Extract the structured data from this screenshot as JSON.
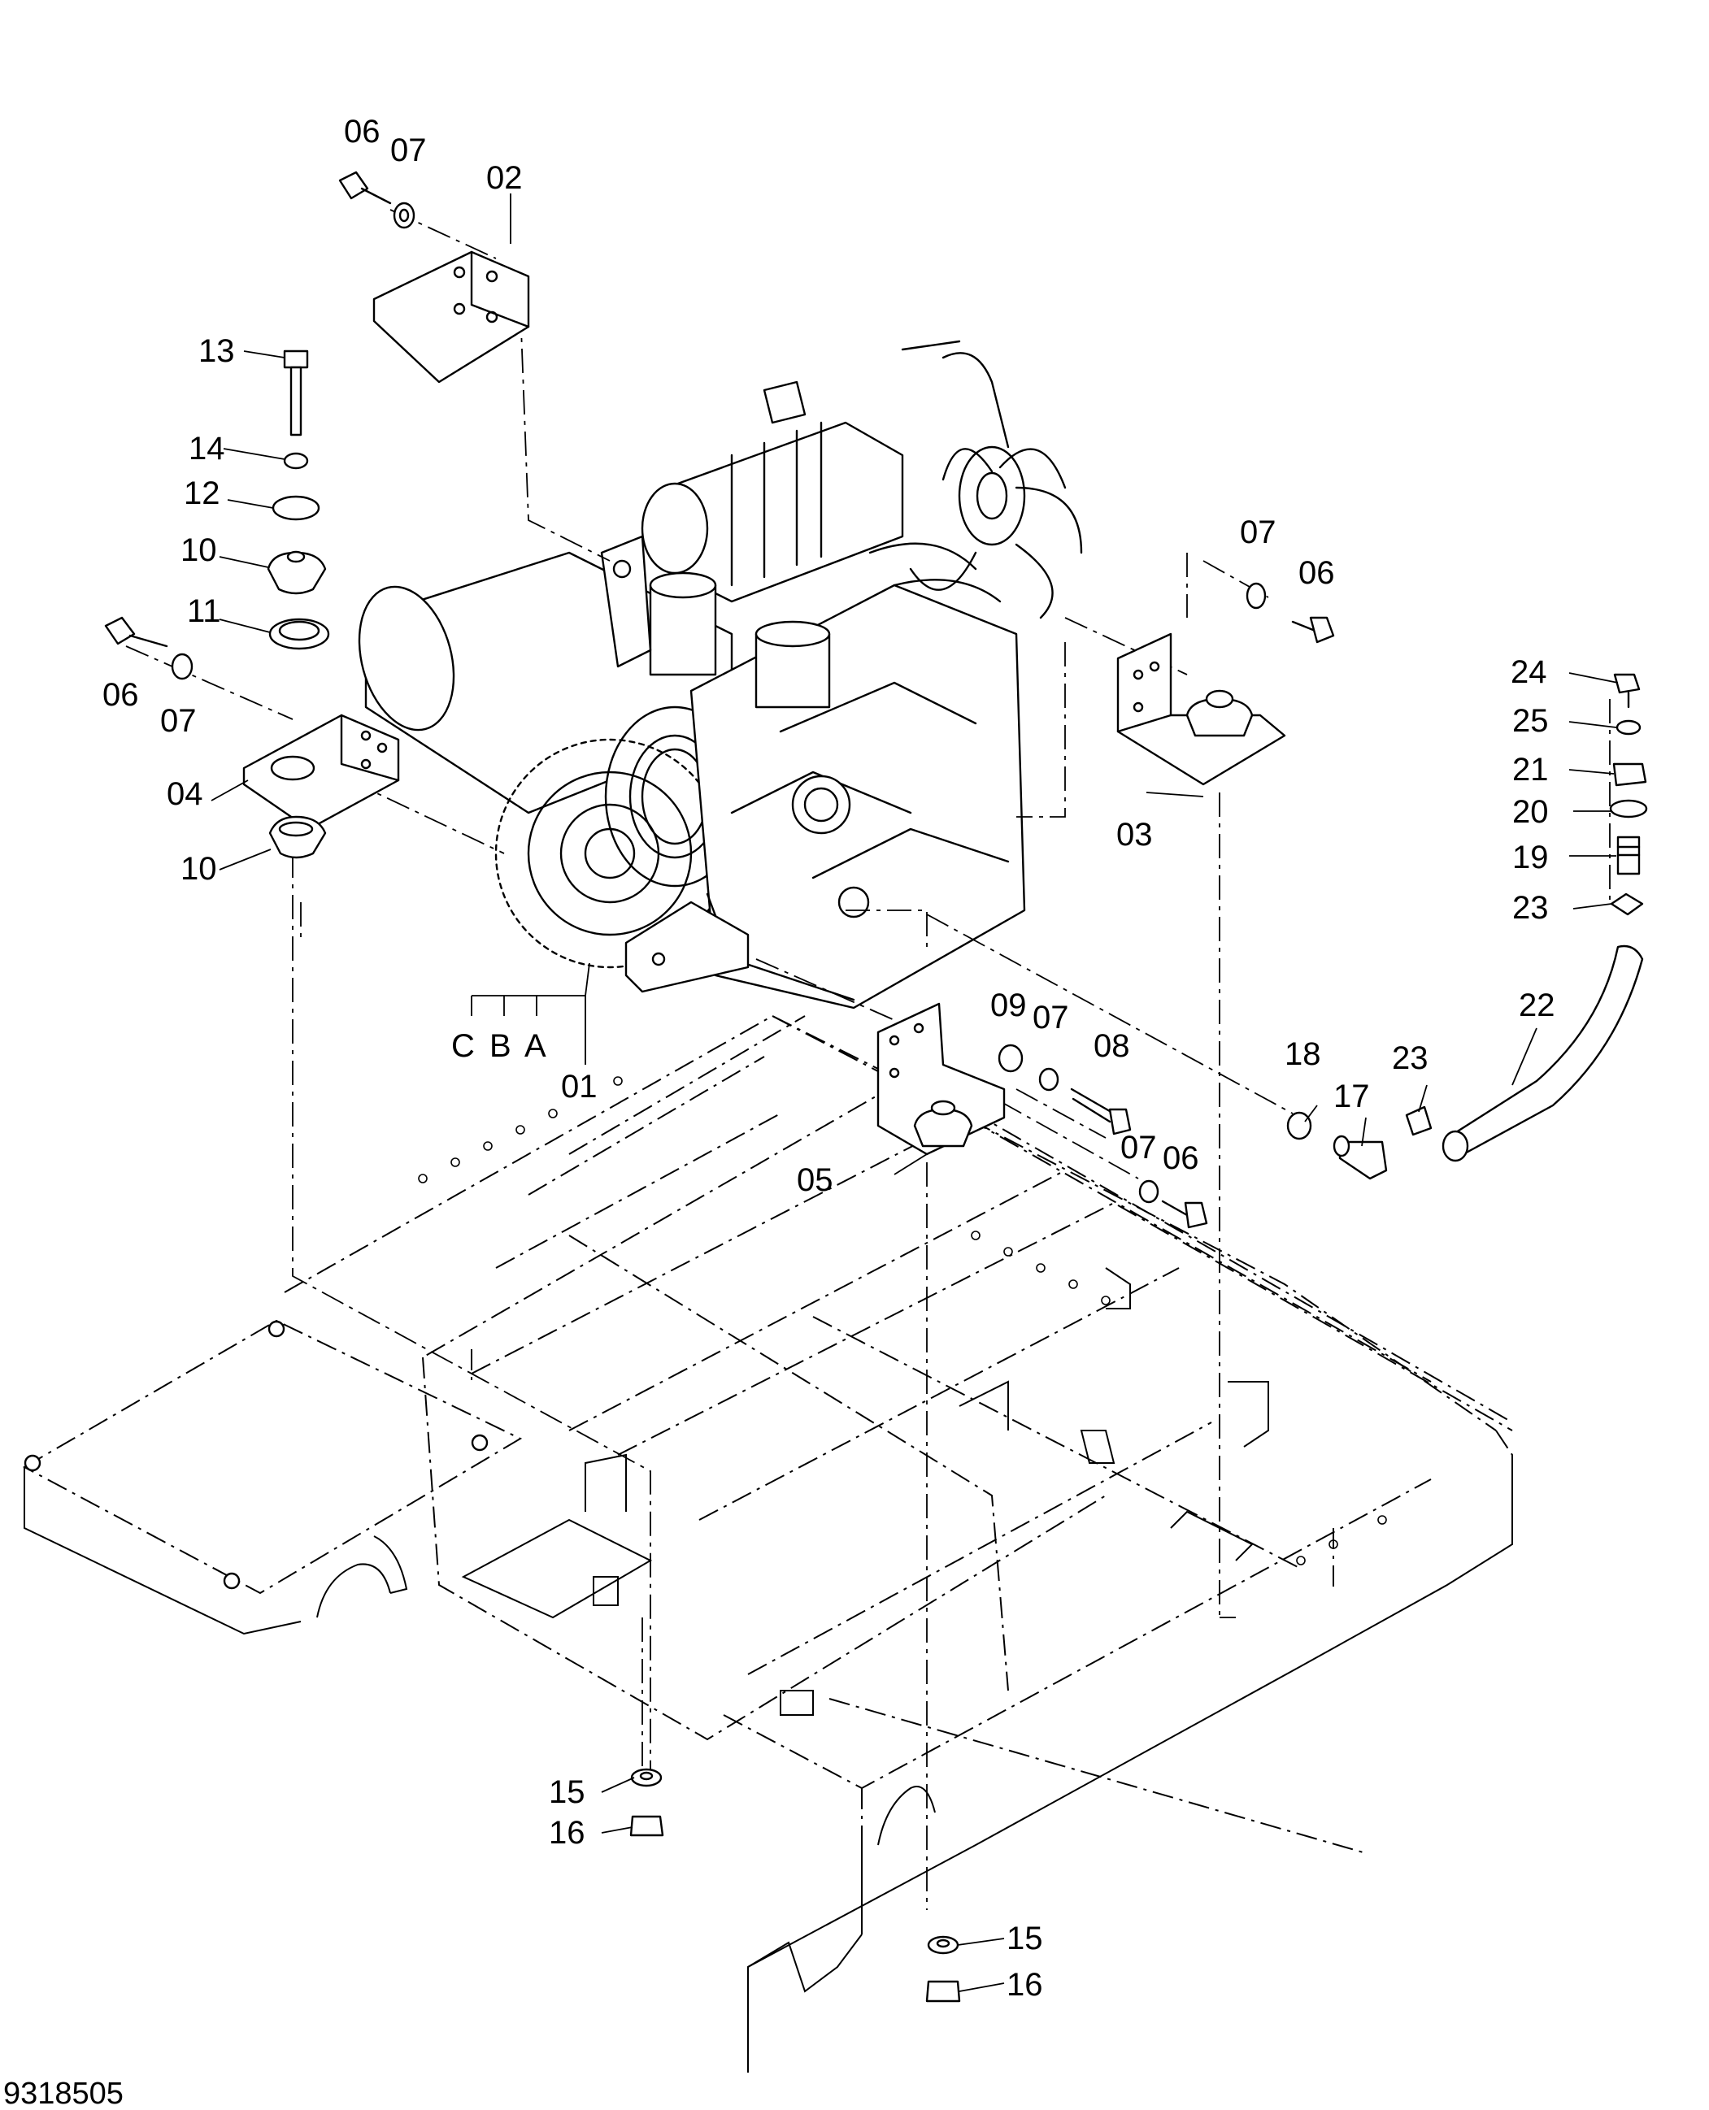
{
  "figure_number": "9318505",
  "callouts": [
    {
      "id": "c-06-a",
      "label": "06"
    },
    {
      "id": "c-07-a",
      "label": "07"
    },
    {
      "id": "c-02",
      "label": "02"
    },
    {
      "id": "c-13",
      "label": "13"
    },
    {
      "id": "c-14",
      "label": "14"
    },
    {
      "id": "c-12",
      "label": "12"
    },
    {
      "id": "c-10-a",
      "label": "10"
    },
    {
      "id": "c-11",
      "label": "11"
    },
    {
      "id": "c-06-b",
      "label": "06"
    },
    {
      "id": "c-07-b",
      "label": "07"
    },
    {
      "id": "c-04",
      "label": "04"
    },
    {
      "id": "c-10-b",
      "label": "10"
    },
    {
      "id": "c-07-c",
      "label": "07"
    },
    {
      "id": "c-06-c",
      "label": "06"
    },
    {
      "id": "c-03",
      "label": "03"
    },
    {
      "id": "c-c",
      "label": "C"
    },
    {
      "id": "c-b",
      "label": "B"
    },
    {
      "id": "c-a",
      "label": "A"
    },
    {
      "id": "c-01",
      "label": "01"
    },
    {
      "id": "c-09",
      "label": "09"
    },
    {
      "id": "c-07-d",
      "label": "07"
    },
    {
      "id": "c-08",
      "label": "08"
    },
    {
      "id": "c-05",
      "label": "05"
    },
    {
      "id": "c-07-e",
      "label": "07"
    },
    {
      "id": "c-06-d",
      "label": "06"
    },
    {
      "id": "c-24",
      "label": "24"
    },
    {
      "id": "c-25",
      "label": "25"
    },
    {
      "id": "c-21",
      "label": "21"
    },
    {
      "id": "c-20",
      "label": "20"
    },
    {
      "id": "c-19",
      "label": "19"
    },
    {
      "id": "c-23-a",
      "label": "23"
    },
    {
      "id": "c-22",
      "label": "22"
    },
    {
      "id": "c-18",
      "label": "18"
    },
    {
      "id": "c-17",
      "label": "17"
    },
    {
      "id": "c-23-b",
      "label": "23"
    },
    {
      "id": "c-15-a",
      "label": "15"
    },
    {
      "id": "c-16-a",
      "label": "16"
    },
    {
      "id": "c-15-b",
      "label": "15"
    },
    {
      "id": "c-16-b",
      "label": "16"
    }
  ]
}
